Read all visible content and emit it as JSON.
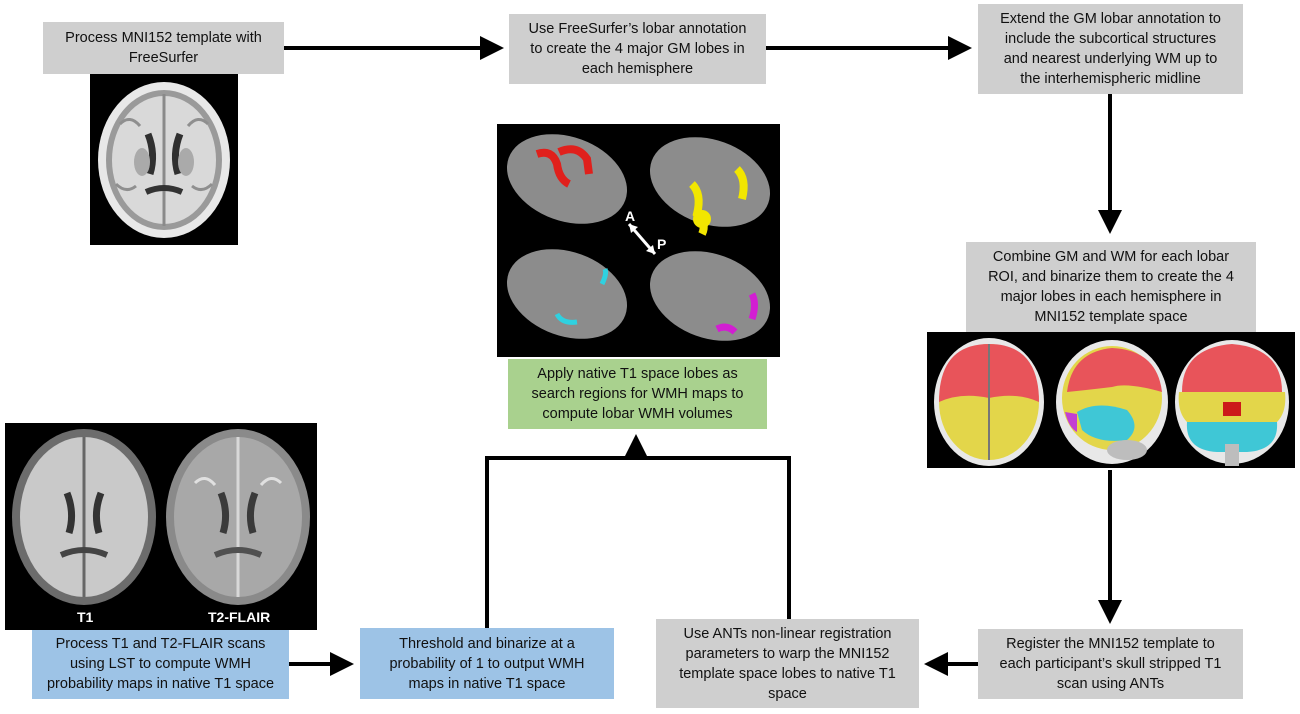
{
  "steps": {
    "process_mni": "Process MNI152 template with\nFreeSurfer",
    "lobar_annotation": "Use FreeSurfer’s lobar annotation\nto create the 4 major GM lobes in\neach hemisphere",
    "extend_annotation": "Extend the GM lobar annotation to\ninclude the subcortical structures\nand nearest underlying WM up to\nthe interhemispheric midline",
    "combine": "Combine GM and WM for each lobar\nROI, and binarize them to create the 4\nmajor lobes in each hemisphere in\nMNI152 template space",
    "register": "Register the MNI152 template to\neach participant’s skull stripped T1\nscan using ANTs",
    "warp": "Use ANTs non-linear registration\nparameters to warp the MNI152\ntemplate space lobes to native T1\nspace",
    "threshold": "Threshold and binarize at a\nprobability of 1 to output WMH\nmaps in native T1 space",
    "process_scans": "Process T1 and T2-FLAIR scans\nusing LST to compute WMH\nprobability maps in native T1 space",
    "apply": "Apply native T1 space lobes as\nsearch regions for WMH maps to\ncompute lobar WMH volumes"
  },
  "image_labels": {
    "t1": "T1",
    "t2flair": "T2-FLAIR",
    "anterior": "A",
    "posterior": "P"
  },
  "colors": {
    "gray_box": "#cfcfcf",
    "blue_box": "#9dc3e6",
    "green_box": "#a9d18e",
    "frontal": "#e8545a",
    "parietal": "#e3d64a",
    "temporal": "#3fc7d6",
    "occipital": "#c33fd2"
  }
}
